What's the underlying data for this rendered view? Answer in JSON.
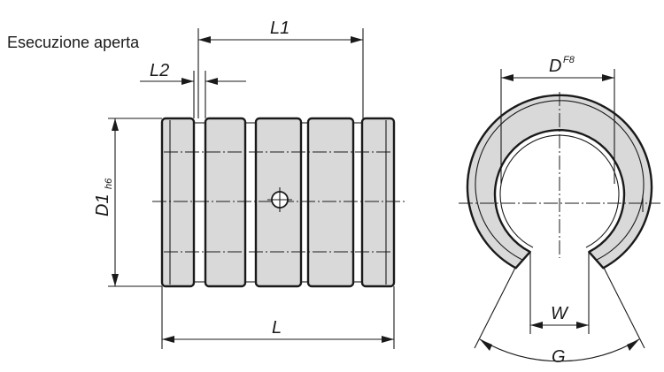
{
  "caption": "Esecuzione aperta",
  "side_view": {
    "labels": {
      "overall_length": "L",
      "groove_pitch": "L1",
      "groove_width": "L2",
      "outer_diameter": "D1",
      "outer_diameter_tolerance": "h6"
    }
  },
  "end_view": {
    "labels": {
      "bore_diameter": "D",
      "bore_tolerance": "F8",
      "slot_width": "W",
      "slot_angle": "G"
    }
  },
  "colors": {
    "line": "#1a1a1a",
    "fill": "#d9d9d9",
    "background": "#ffffff"
  }
}
